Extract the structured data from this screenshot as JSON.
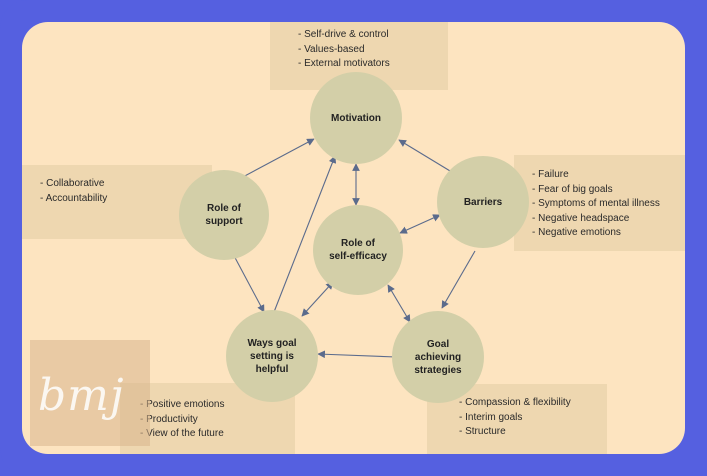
{
  "nodes": {
    "motivation": "Motivation",
    "role_support": "Role of\nsupport",
    "barriers": "Barriers",
    "self_efficacy": "Role of\nself-efficacy",
    "ways_goal": "Ways goal\nsetting is\nhelpful",
    "goal_strategies": "Goal\nachieving\nstrategies"
  },
  "lists": {
    "motivation": [
      "Self-drive & control",
      "Values-based",
      "External motivators"
    ],
    "role_support": [
      "Collaborative",
      "Accountability"
    ],
    "barriers": [
      "Failure",
      "Fear of big goals",
      "Symptoms of mental illness",
      "Negative headspace",
      "Negative emotions"
    ],
    "ways_goal": [
      "Positive emotions",
      "Productivity",
      "View of the future"
    ],
    "goal_strategies": [
      "Compassion & flexibility",
      "Interim goals",
      "Structure"
    ]
  },
  "watermark": "bmj",
  "colors": {
    "frame": "#5560e0",
    "background": "#fde4c0",
    "box": "#eed7b0",
    "node": "#d3cfa8",
    "arrow": "#5b6b8c"
  }
}
